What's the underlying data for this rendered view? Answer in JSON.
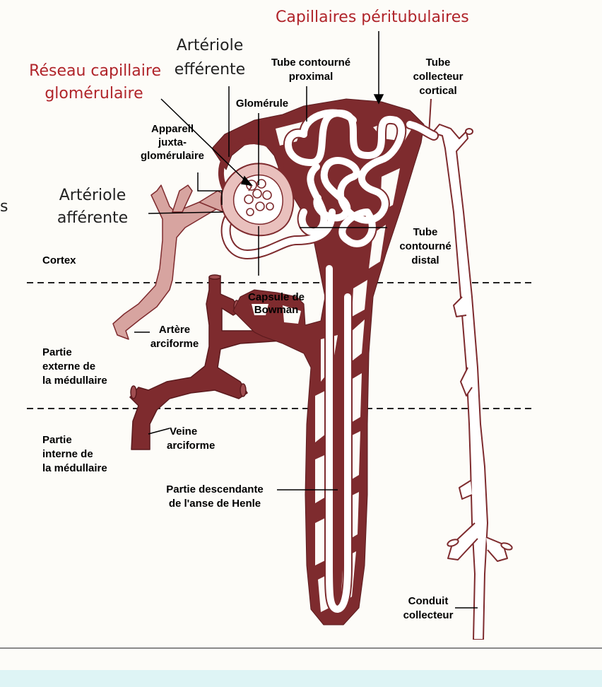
{
  "labels": {
    "capillaires_peritubulaires": "Capillaires péritubulaires",
    "arteriole_efferente_1": "Artériole",
    "arteriole_efferente_2": "efférente",
    "reseau_1": "Réseau capillaire",
    "reseau_2": "glomérulaire",
    "tube_contourne_proximal_1": "Tube contourné",
    "tube_contourne_proximal_2": "proximal",
    "tube_collecteur_1": "Tube",
    "tube_collecteur_2": "collecteur",
    "tube_collecteur_3": "cortical",
    "glomerule": "Glomérule",
    "appareil_1": "Appareil",
    "appareil_2": "juxta-",
    "appareil_3": "glomérulaire",
    "arteriole_afferente_1": "Artériole",
    "arteriole_afferente_2": "afférente",
    "edge_fragment": "s",
    "cortex": "Cortex",
    "tube_contourne_distal_1": "Tube",
    "tube_contourne_distal_2": "contourné",
    "tube_contourne_distal_3": "distal",
    "capsule_1": "Capsule de",
    "capsule_2": "Bowman",
    "artere_1": "Artère",
    "artere_2": "arciforme",
    "medullaire_externe_1": "Partie",
    "medullaire_externe_2": "externe de",
    "medullaire_externe_3": "la médullaire",
    "veine_1": "Veine",
    "veine_2": "arciforme",
    "medullaire_interne_1": "Partie",
    "medullaire_interne_2": "interne de",
    "medullaire_interne_3": "la médullaire",
    "anse_1": "Partie descendante",
    "anse_2": "de l'anse de Henle",
    "conduit_1": "Conduit",
    "conduit_2": "collecteur"
  },
  "colors": {
    "vein": "#7e2b2e",
    "artery": "#d7a4a0",
    "tubule_outline": "#7e2b2e",
    "tubule_fill": "#ffffff",
    "accent_text": "#b0242a",
    "footer": "#def4f5"
  }
}
